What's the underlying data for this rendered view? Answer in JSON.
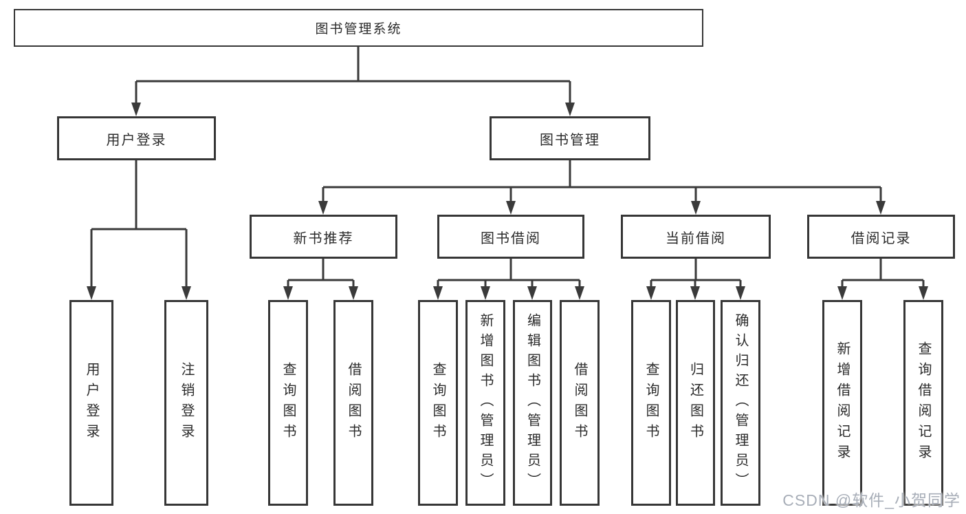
{
  "diagram_title": "图书管理系统",
  "watermark": "CSDN @软件_小贺同学",
  "colors": {
    "line": "#3a3a3a",
    "border": "#363636",
    "text": "#2b2b2b",
    "background": "#ffffff",
    "watermark": "#a8aeb8"
  },
  "tree": {
    "root": {
      "label": "图书管理系统"
    },
    "level2": [
      {
        "label": "用户登录"
      },
      {
        "label": "图书管理"
      }
    ],
    "level3": [
      {
        "label": "新书推荐"
      },
      {
        "label": "图书借阅"
      },
      {
        "label": "当前借阅"
      },
      {
        "label": "借阅记录"
      }
    ],
    "leaves": {
      "user_login": [
        {
          "label": "用户登录"
        },
        {
          "label": "注销登录"
        }
      ],
      "new_book_recommend": [
        {
          "label": "查询图书"
        },
        {
          "label": "借阅图书"
        }
      ],
      "book_borrow": [
        {
          "label": "查询图书"
        },
        {
          "label": "新增图书（管理员）"
        },
        {
          "label": "编辑图书（管理员）"
        },
        {
          "label": "借阅图书"
        }
      ],
      "current_borrow": [
        {
          "label": "查询图书"
        },
        {
          "label": "归还图书"
        },
        {
          "label": "确认归还（管理员）"
        }
      ],
      "borrow_record": [
        {
          "label": "新增借阅记录"
        },
        {
          "label": "查询借阅记录"
        }
      ]
    }
  }
}
